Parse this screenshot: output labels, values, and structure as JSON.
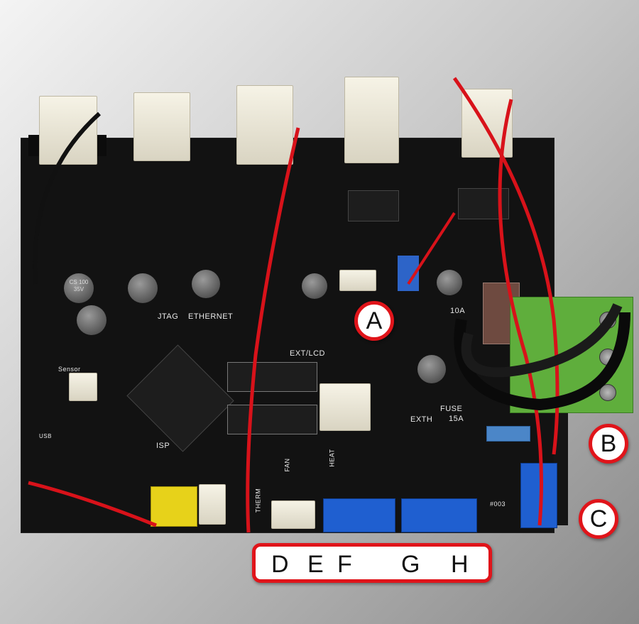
{
  "callouts": {
    "a": "A",
    "b": "B",
    "c": "C",
    "bottom": [
      "D",
      "E",
      "F",
      "G",
      "H"
    ]
  },
  "board_silkscreen": {
    "jtag": "JTAG",
    "ethernet": "ETHERNET",
    "ext_lcd": "EXT/LCD",
    "fuse": "FUSE",
    "fuse_rating": "15A",
    "fuse_small": "10A",
    "isp": "ISP",
    "exth": "EXTH",
    "therm": "THERM",
    "fan": "FAN",
    "heat": "HEAT",
    "sensor": "Sensor",
    "usb": "USB",
    "cap": "CS 100 35V",
    "board_number": "#003"
  },
  "colors": {
    "callout_border": "#e0141a",
    "board": "#121212",
    "terminal_green": "#5fae3c",
    "terminal_blue": "#1f5fd0",
    "wire_red": "#d8121a"
  }
}
